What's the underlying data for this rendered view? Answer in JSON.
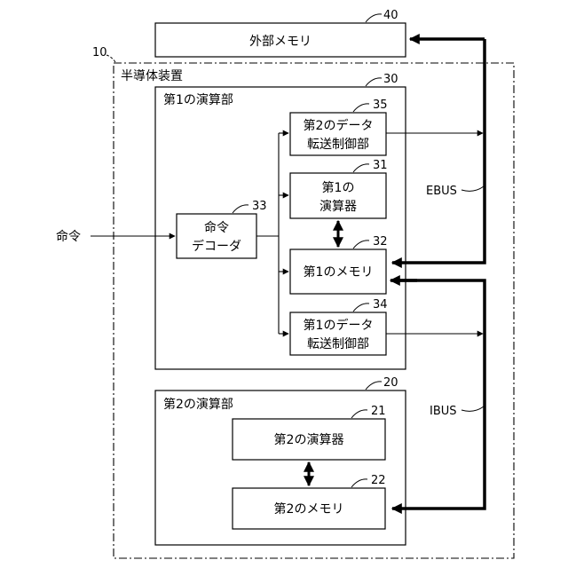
{
  "external_memory": {
    "ref": "40",
    "label": "外部メモリ"
  },
  "device": {
    "ref": "10",
    "label": "半導体装置"
  },
  "unit1": {
    "ref": "30",
    "label": "第1の演算部",
    "transfer2": {
      "ref": "35",
      "line1": "第2のデータ",
      "line2": "転送制御部"
    },
    "alu1": {
      "ref": "31",
      "line1": "第1の",
      "line2": "演算器"
    },
    "memory1": {
      "ref": "32",
      "label": "第1のメモリ"
    },
    "transfer1": {
      "ref": "34",
      "line1": "第1のデータ",
      "line2": "転送制御部"
    },
    "decoder": {
      "ref": "33",
      "line1": "命令",
      "line2": "デコーダ"
    }
  },
  "unit2": {
    "ref": "20",
    "label": "第2の演算部",
    "alu2": {
      "ref": "21",
      "label": "第2の演算器"
    },
    "memory2": {
      "ref": "22",
      "label": "第2のメモリ"
    }
  },
  "instruction_input": "命令",
  "buses": {
    "ebus": "EBUS",
    "ibus": "IBUS"
  }
}
